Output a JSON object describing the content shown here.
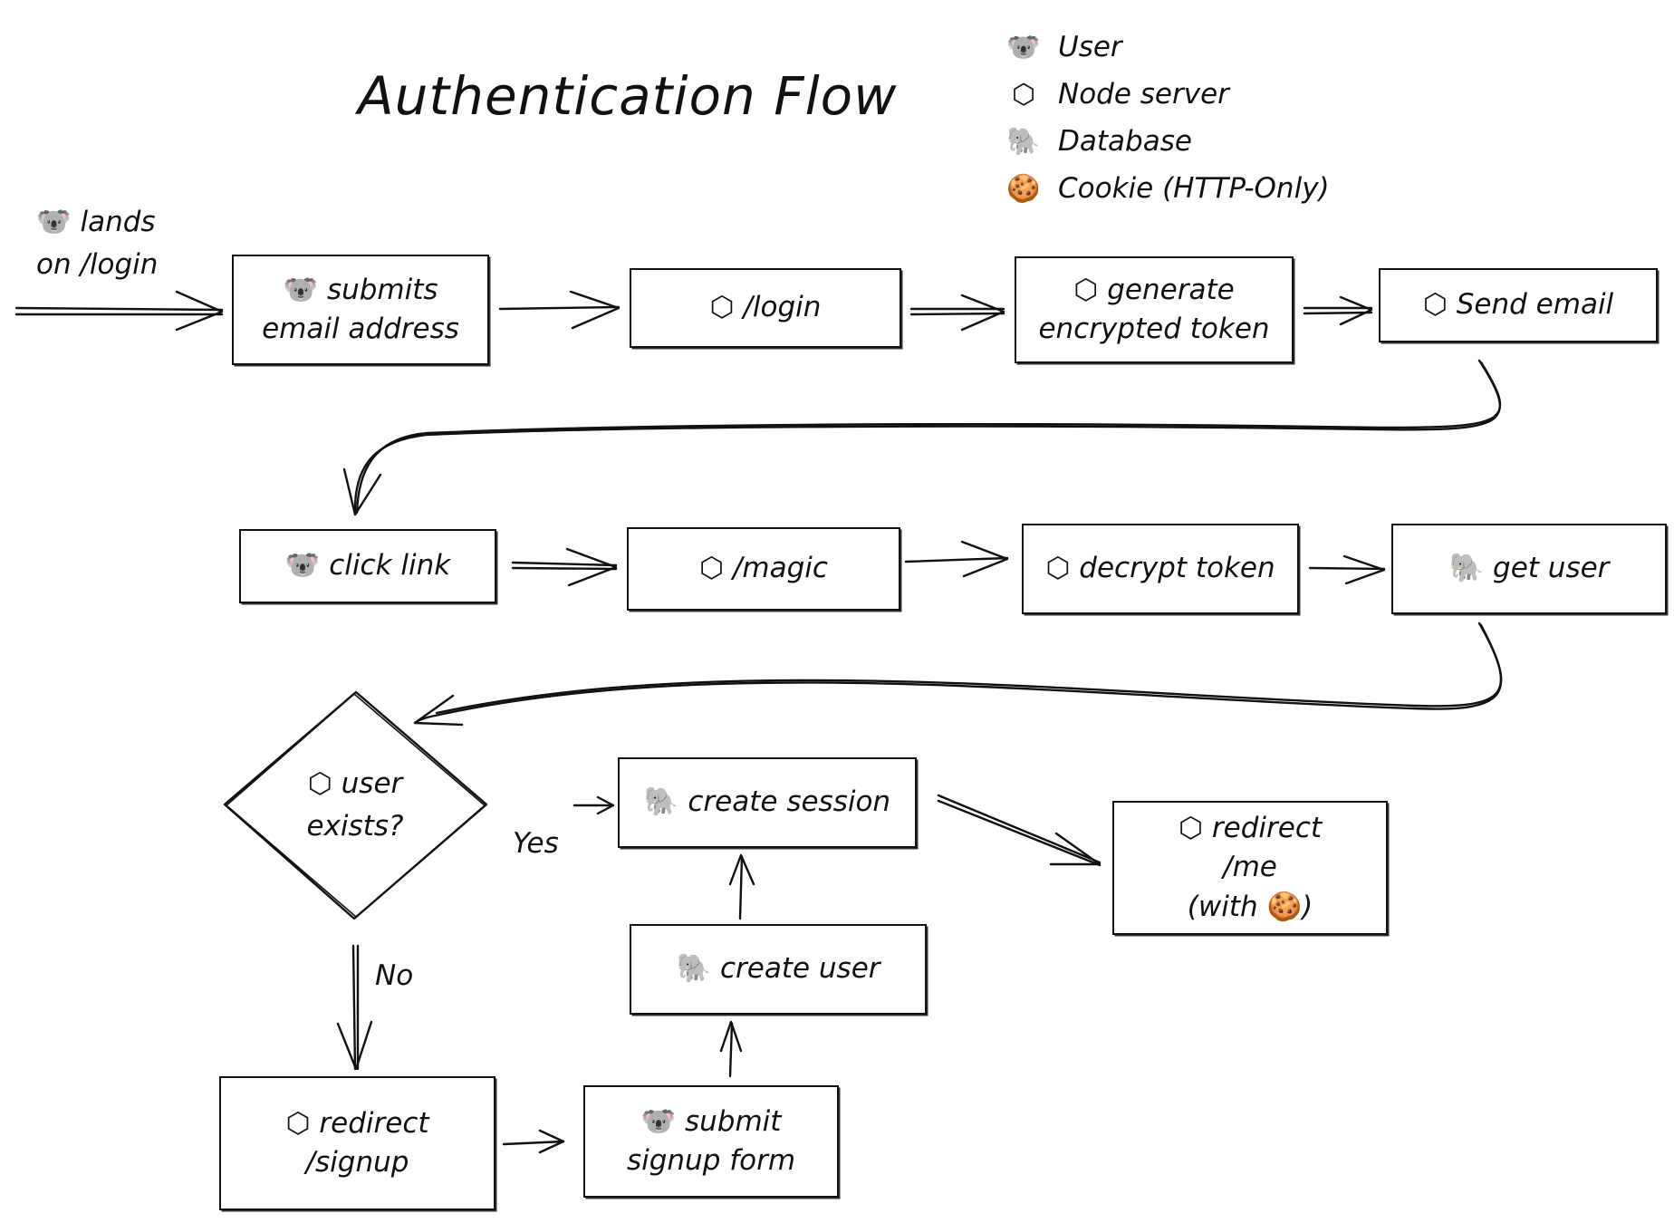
{
  "title": "Authentication Flow",
  "legend": [
    {
      "icon": "🐨",
      "icon_name": "koala-icon",
      "label": "User"
    },
    {
      "icon": "⬡",
      "icon_name": "hexagon-icon",
      "label": "Node server"
    },
    {
      "icon": "🐘",
      "icon_name": "elephant-icon",
      "label": "Database"
    },
    {
      "icon": "🍪",
      "icon_name": "cookie-icon",
      "label": "Cookie (HTTP-Only)"
    }
  ],
  "start": {
    "icon": "🐨",
    "line1": "lands",
    "line2": "on /login"
  },
  "nodes": {
    "submit_email": {
      "icon": "🐨",
      "line1": "submits",
      "line2": "email address"
    },
    "login": {
      "icon": "⬡",
      "line1": "/login"
    },
    "generate_token": {
      "icon": "⬡",
      "line1": "generate",
      "line2": "encrypted token"
    },
    "send_email": {
      "icon": "⬡",
      "line1": "Send email"
    },
    "click_link": {
      "icon": "🐨",
      "line1": "click link"
    },
    "magic": {
      "icon": "⬡",
      "line1": "/magic"
    },
    "decrypt_token": {
      "icon": "⬡",
      "line1": "decrypt token"
    },
    "get_user": {
      "icon": "🐘",
      "line1": "get user"
    },
    "user_exists": {
      "icon": "⬡",
      "line1": "user",
      "line2": "exists?"
    },
    "create_session": {
      "icon": "🐘",
      "line1": "create session"
    },
    "redirect_me": {
      "icon": "⬡",
      "line1": "redirect",
      "line2": "/me",
      "line3_prefix": "(with ",
      "line3_icon": "🍪",
      "line3_suffix": ")"
    },
    "create_user": {
      "icon": "🐘",
      "line1": "create user"
    },
    "redirect_signup": {
      "icon": "⬡",
      "line1": "redirect",
      "line2": "/signup"
    },
    "submit_signup": {
      "icon": "🐨",
      "line1": "submit",
      "line2": "signup form"
    }
  },
  "edge_labels": {
    "yes": "Yes",
    "no": "No"
  }
}
